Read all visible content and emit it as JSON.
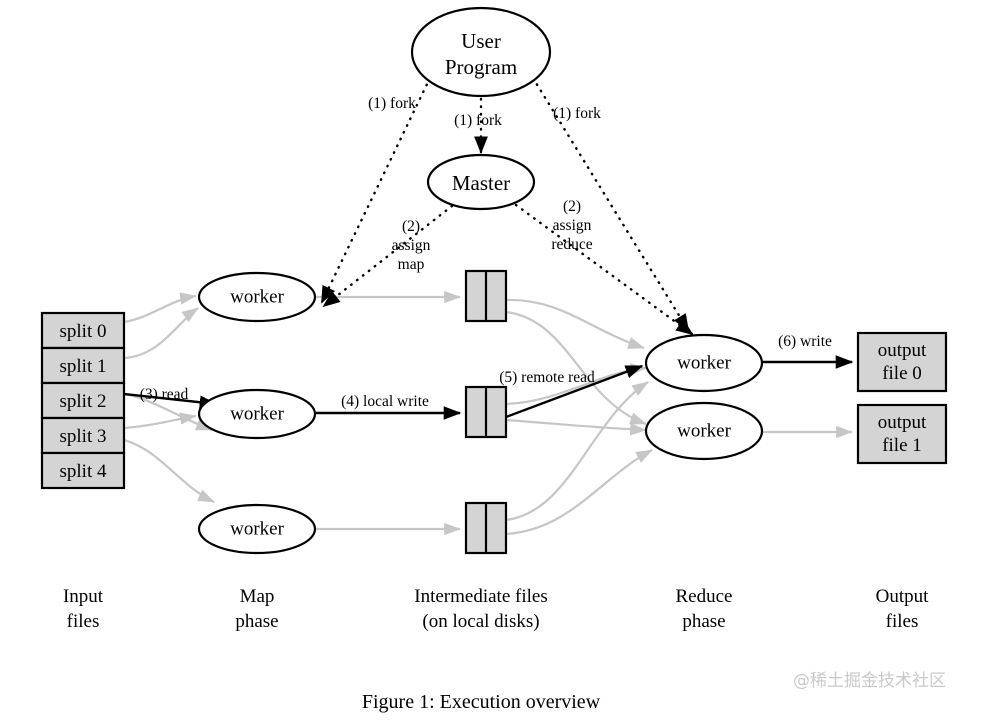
{
  "figure": {
    "caption": "Figure 1: Execution overview",
    "watermark": "@稀土掘金技术社区"
  },
  "colors": {
    "box_fill": "#d4d4d4",
    "box_stroke": "#000000",
    "gray_flow": "#c6c6c6",
    "black_flow": "#000000",
    "background": "#ffffff",
    "watermark": "#c9c9c9"
  },
  "nodes": {
    "user_program": {
      "line1": "User",
      "line2": "Program"
    },
    "master": {
      "label": "Master"
    },
    "map_workers": [
      {
        "label": "worker"
      },
      {
        "label": "worker"
      },
      {
        "label": "worker"
      }
    ],
    "reduce_workers": [
      {
        "label": "worker"
      },
      {
        "label": "worker"
      }
    ]
  },
  "input_files": {
    "splits": [
      {
        "label": "split 0"
      },
      {
        "label": "split 1"
      },
      {
        "label": "split 2"
      },
      {
        "label": "split 3"
      },
      {
        "label": "split 4"
      }
    ]
  },
  "intermediate_files": {
    "count": 3
  },
  "output_files": [
    {
      "line1": "output",
      "line2": "file 0"
    },
    {
      "line1": "output",
      "line2": "file 1"
    }
  ],
  "edge_labels": {
    "fork_left": "(1) fork",
    "fork_center": "(1) fork",
    "fork_right": "(1) fork",
    "assign_map_num": "(2)",
    "assign_map_l1": "assign",
    "assign_map_l2": "map",
    "assign_reduce_num": "(2)",
    "assign_reduce_l1": "assign",
    "assign_reduce_l2": "reduce",
    "read": "(3) read",
    "local_write": "(4) local write",
    "remote_read": "(5) remote read",
    "write": "(6) write"
  },
  "column_labels": [
    {
      "line1": "Input",
      "line2": "files"
    },
    {
      "line1": "Map",
      "line2": "phase"
    },
    {
      "line1": "Intermediate files",
      "line2": "(on local disks)"
    },
    {
      "line1": "Reduce",
      "line2": "phase"
    },
    {
      "line1": "Output",
      "line2": "files"
    }
  ]
}
